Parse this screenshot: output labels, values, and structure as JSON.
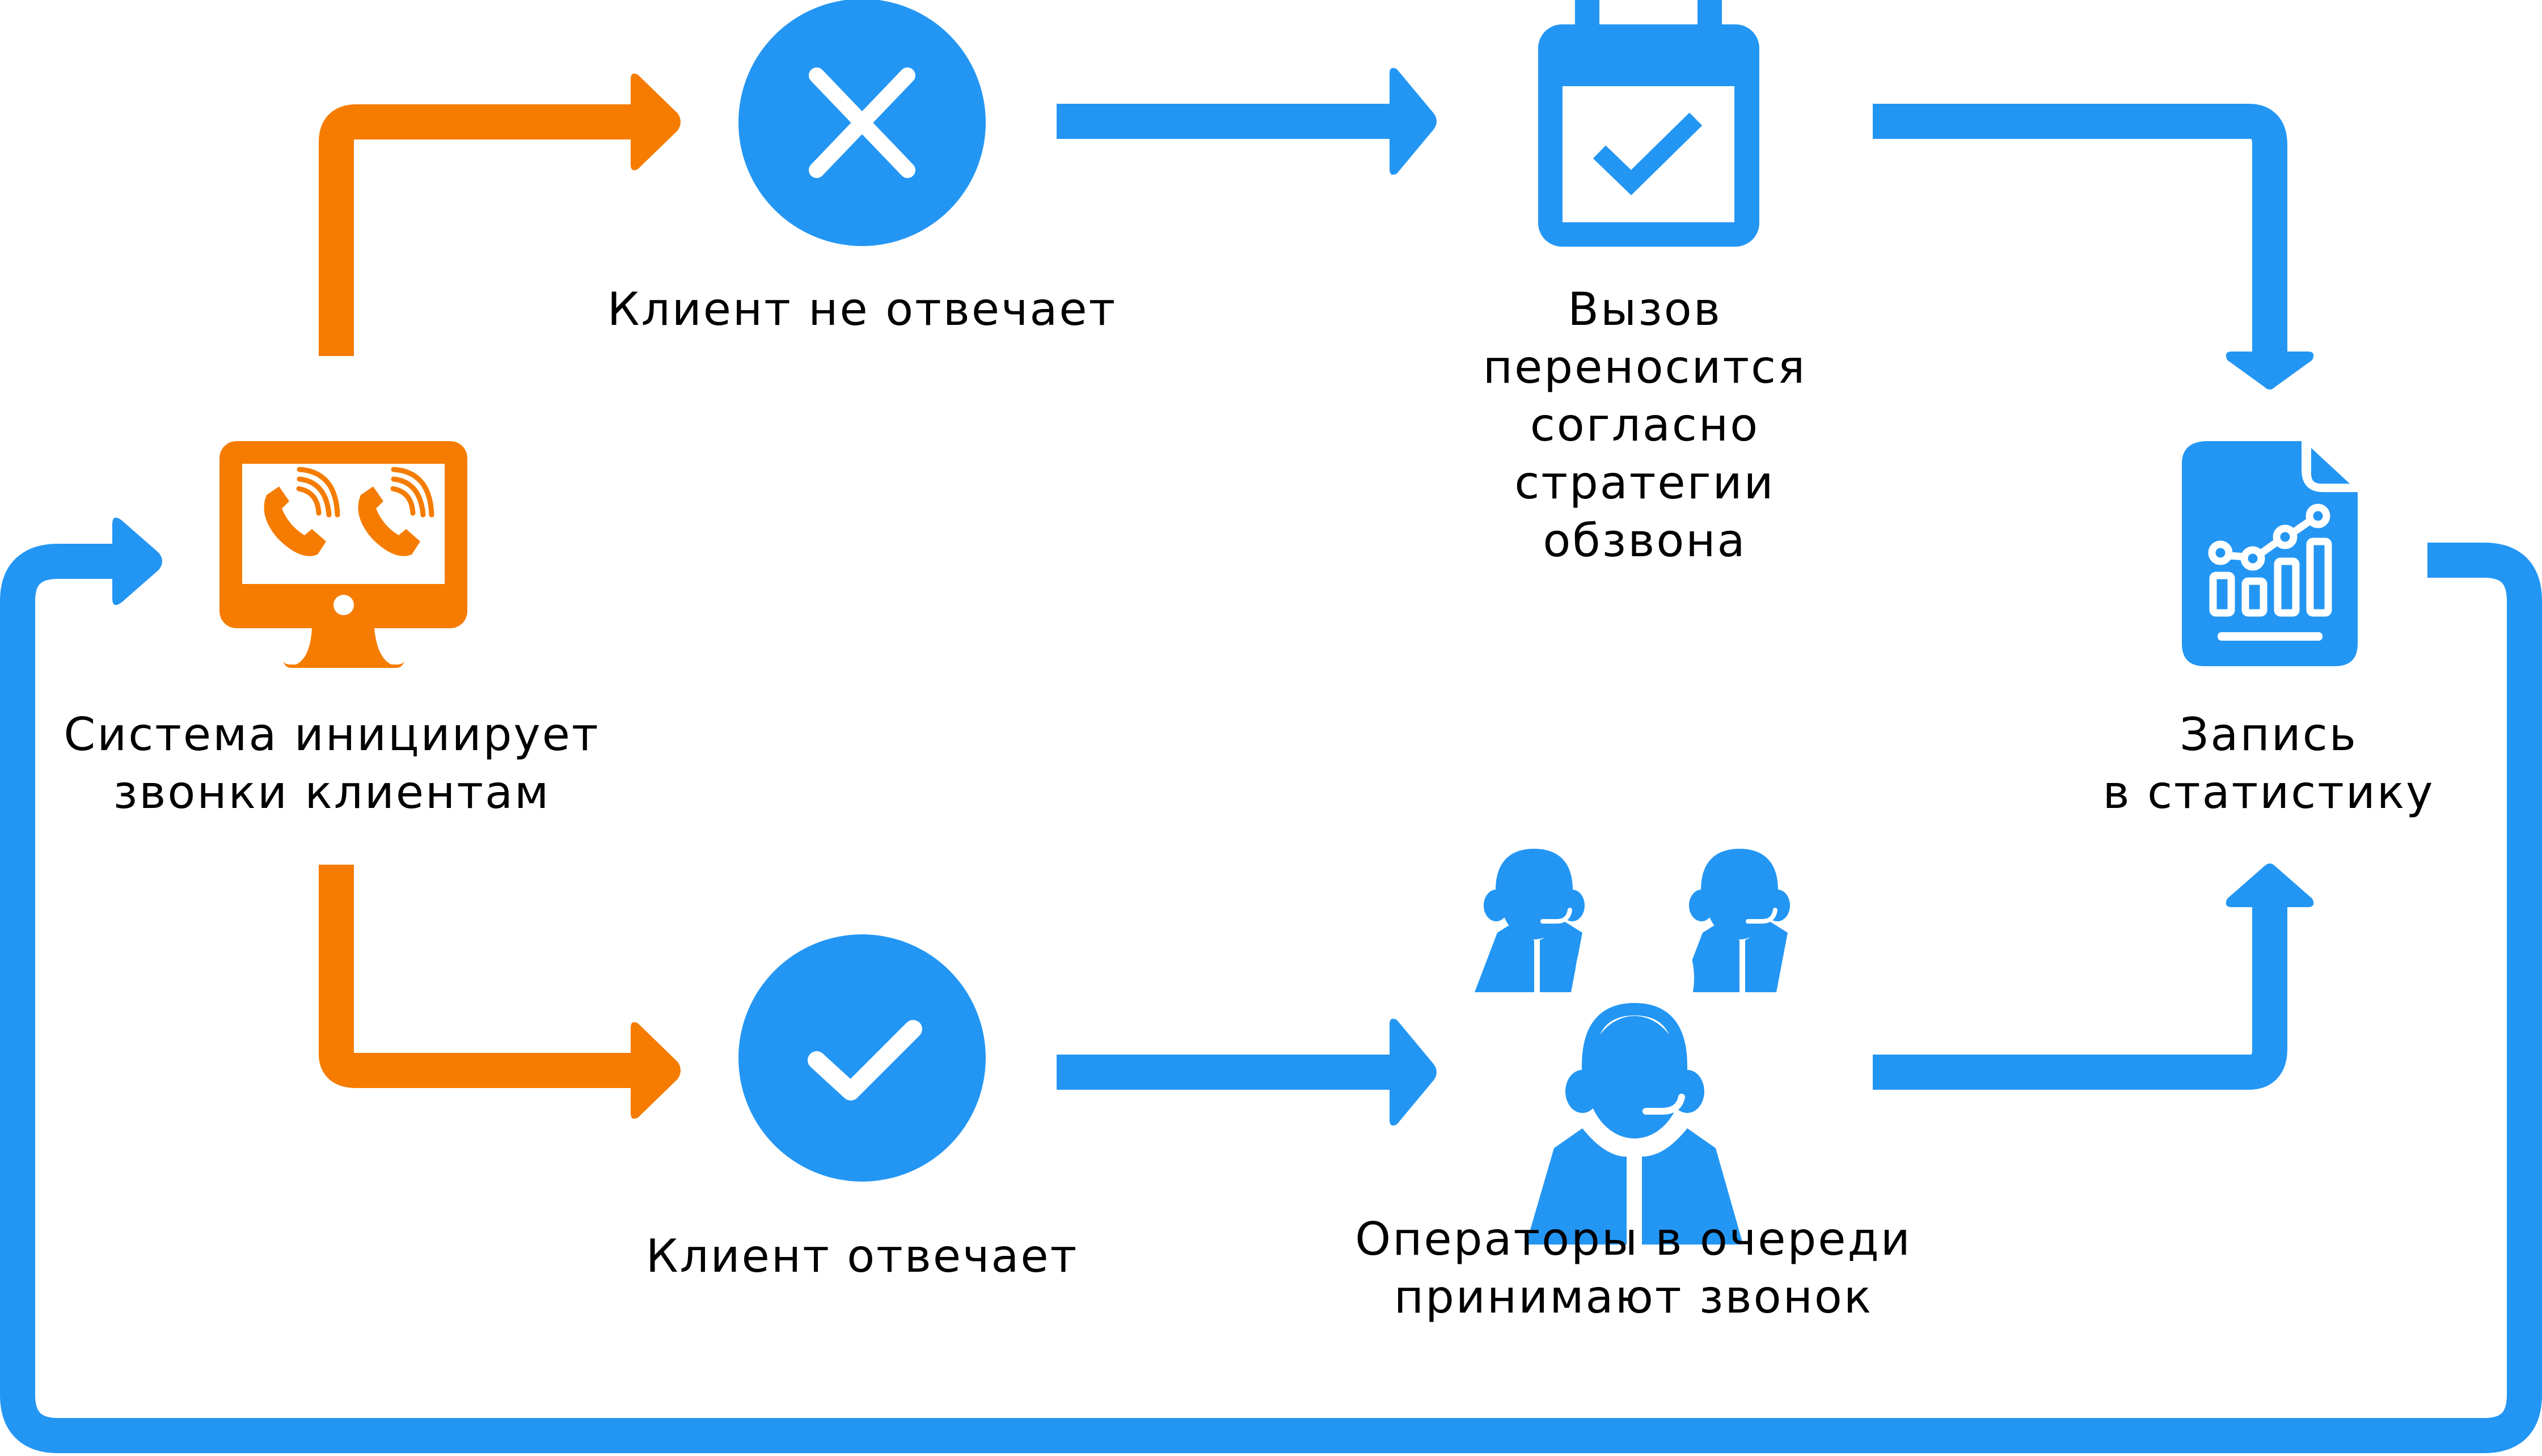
{
  "colors": {
    "blue": "#2396F3",
    "orange": "#F57C00",
    "text": "#000000",
    "background": "#FFFFFF"
  },
  "nodes": {
    "system": {
      "icon": "monitor-phone-calls-icon",
      "lines": [
        "Система инициирует",
        "звонки клиентам"
      ]
    },
    "no_answer": {
      "icon": "x-circle-icon",
      "lines": [
        "Клиент не отвечает"
      ]
    },
    "rescheduled": {
      "icon": "calendar-check-icon",
      "lines": [
        "Вызов",
        "переносится",
        "согласно",
        "стратегии",
        "обзвона"
      ]
    },
    "statistics": {
      "icon": "report-chart-document-icon",
      "lines": [
        "Запись",
        "в статистику"
      ]
    },
    "answer": {
      "icon": "check-circle-icon",
      "lines": [
        "Клиент отвечает"
      ]
    },
    "operators": {
      "icon": "operators-headset-icon",
      "lines": [
        "Операторы в очереди",
        "принимают звонок"
      ]
    }
  },
  "edges": [
    {
      "from": "system",
      "to": "no_answer",
      "color": "orange"
    },
    {
      "from": "system",
      "to": "answer",
      "color": "orange"
    },
    {
      "from": "no_answer",
      "to": "rescheduled",
      "color": "blue"
    },
    {
      "from": "rescheduled",
      "to": "statistics",
      "color": "blue"
    },
    {
      "from": "answer",
      "to": "operators",
      "color": "blue"
    },
    {
      "from": "operators",
      "to": "statistics",
      "color": "blue"
    },
    {
      "from": "statistics",
      "to": "system",
      "color": "blue"
    }
  ]
}
